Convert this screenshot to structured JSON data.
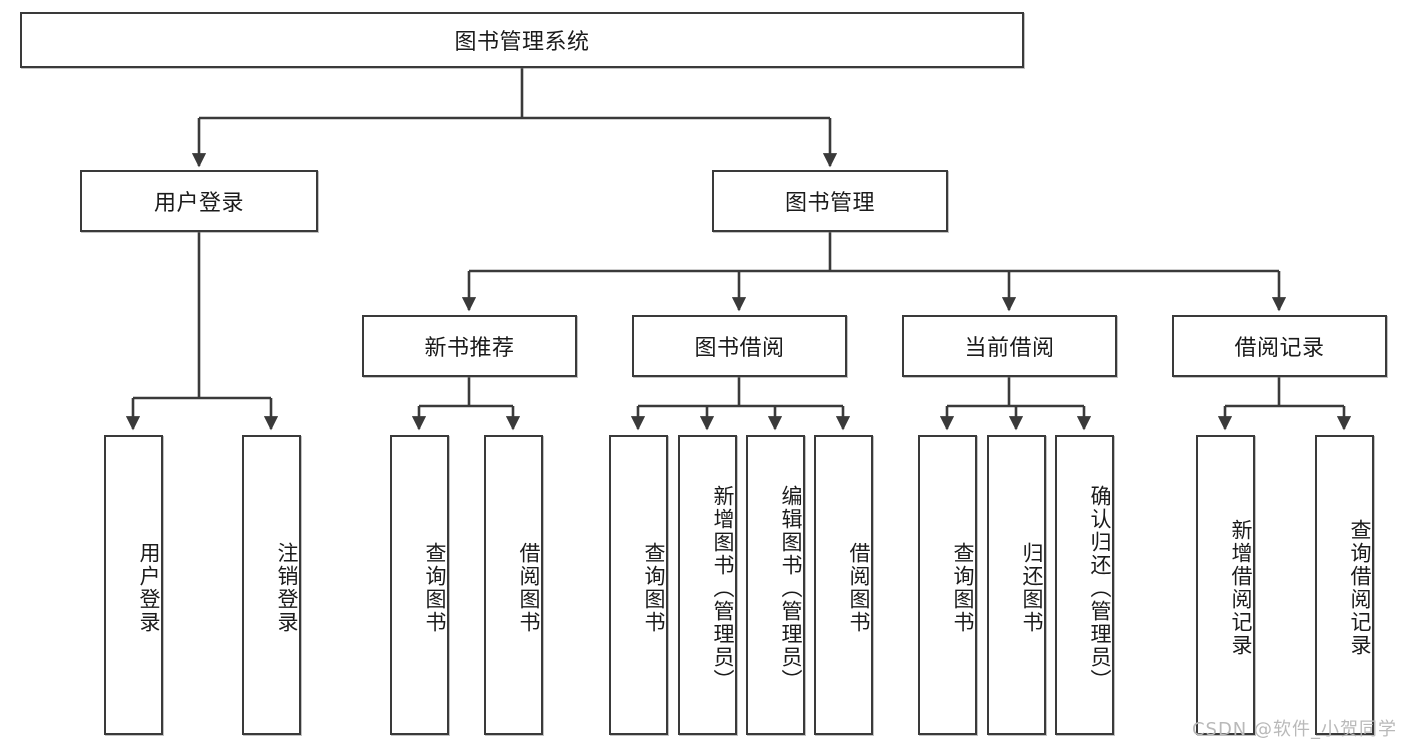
{
  "diagram": {
    "title": "图书管理系统",
    "type": "tree-hierarchy-chart",
    "line_color": "#3a3a3a",
    "box_fill": "#ffffff",
    "text_color": "#1b1b1b",
    "watermark": "CSDN @软件_小贺同学",
    "nodes": {
      "root": {
        "label": "图书管理系统"
      },
      "level1": [
        {
          "id": "user-login",
          "label": "用户登录"
        },
        {
          "id": "book-manage",
          "label": "图书管理"
        }
      ],
      "level2": [
        {
          "id": "new-book-recommend",
          "label": "新书推荐"
        },
        {
          "id": "book-borrow",
          "label": "图书借阅"
        },
        {
          "id": "current-borrow",
          "label": "当前借阅"
        },
        {
          "id": "borrow-record",
          "label": "借阅记录"
        }
      ],
      "leaves": [
        {
          "id": "leaf-user-login",
          "label": "用户登录",
          "parent": "user-login"
        },
        {
          "id": "leaf-logout-login",
          "label": "注销登录",
          "parent": "user-login"
        },
        {
          "id": "leaf-query-book-1",
          "label": "查询图书",
          "parent": "new-book-recommend"
        },
        {
          "id": "leaf-borrow-book-1",
          "label": "借阅图书",
          "parent": "new-book-recommend"
        },
        {
          "id": "leaf-query-book-2",
          "label": "查询图书",
          "parent": "book-borrow"
        },
        {
          "id": "leaf-add-book",
          "label": "新增图书（管理员）",
          "parent": "book-borrow"
        },
        {
          "id": "leaf-edit-book",
          "label": "编辑图书（管理员）",
          "parent": "book-borrow"
        },
        {
          "id": "leaf-borrow-book-2",
          "label": "借阅图书",
          "parent": "book-borrow"
        },
        {
          "id": "leaf-query-book-3",
          "label": "查询图书",
          "parent": "current-borrow"
        },
        {
          "id": "leaf-return-book",
          "label": "归还图书",
          "parent": "current-borrow"
        },
        {
          "id": "leaf-confirm-return",
          "label": "确认归还（管理员）",
          "parent": "current-borrow"
        },
        {
          "id": "leaf-add-record",
          "label": "新增借阅记录",
          "parent": "borrow-record"
        },
        {
          "id": "leaf-query-record",
          "label": "查询借阅记录",
          "parent": "borrow-record"
        }
      ]
    }
  }
}
